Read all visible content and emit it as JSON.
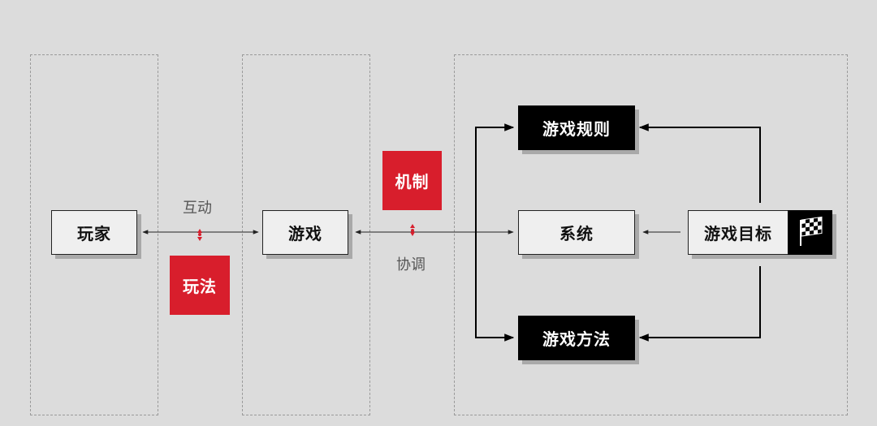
{
  "nodes": {
    "player": "玩家",
    "game": "游戏",
    "gameplay": "玩法",
    "mechanism": "机制",
    "rules": "游戏规则",
    "system": "系统",
    "methods": "游戏方法",
    "goal": "游戏目标"
  },
  "labels": {
    "interaction": "互动",
    "coordination": "协调"
  },
  "icons": {
    "goal": "checkered-flag-icon"
  },
  "colors": {
    "accent_red": "#d81e2c",
    "black": "#000000",
    "background": "#dcdcdc"
  }
}
